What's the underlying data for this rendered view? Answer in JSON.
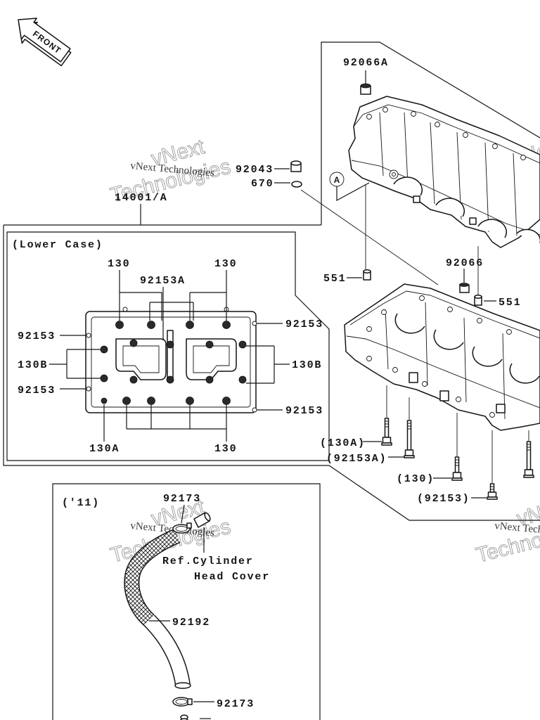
{
  "colors": {
    "line": "#141414",
    "watermark": "#9a9a9a"
  },
  "diagram": {
    "front_arrow": {
      "label": "FRONT"
    },
    "callouts": {
      "nut_92066A": "92066A",
      "plug_92043": "92043",
      "oring_670": "670",
      "ref_a": "A",
      "crankcase_14001A": "14001/A",
      "dowel_551_left": "551",
      "nut_92066": "92066",
      "dowel_551_right": "551",
      "bolt_130A": "(130A)",
      "bolt_92153A": "(92153A)",
      "bolt_130": "(130)",
      "bolt_92153": "(92153)"
    },
    "lower_case_inset": {
      "title": "(Lower Case)",
      "labels": {
        "bolt_130_top_left": "130",
        "bolt_92153A": "92153A",
        "bolt_130_top_right": "130",
        "bolt_92153_left_upper": "92153",
        "bolt_92153_right_upper": "92153",
        "bolt_130B_left": "130B",
        "bolt_130B_right": "130B",
        "bolt_92153_left_lower": "92153",
        "bolt_92153_right_lower": "92153",
        "bolt_130A": "130A",
        "bolt_130_bottom": "130"
      }
    },
    "breather_inset": {
      "title": "('11)",
      "clamp_top": "92173",
      "reference_line1": "Ref.Cylinder",
      "reference_line2": "Head Cover",
      "hose": "92192",
      "clamp_bottom": "92173"
    },
    "watermark": {
      "caption": "vNext Technologies",
      "line1": "vNext",
      "line2": "Technologies"
    }
  }
}
